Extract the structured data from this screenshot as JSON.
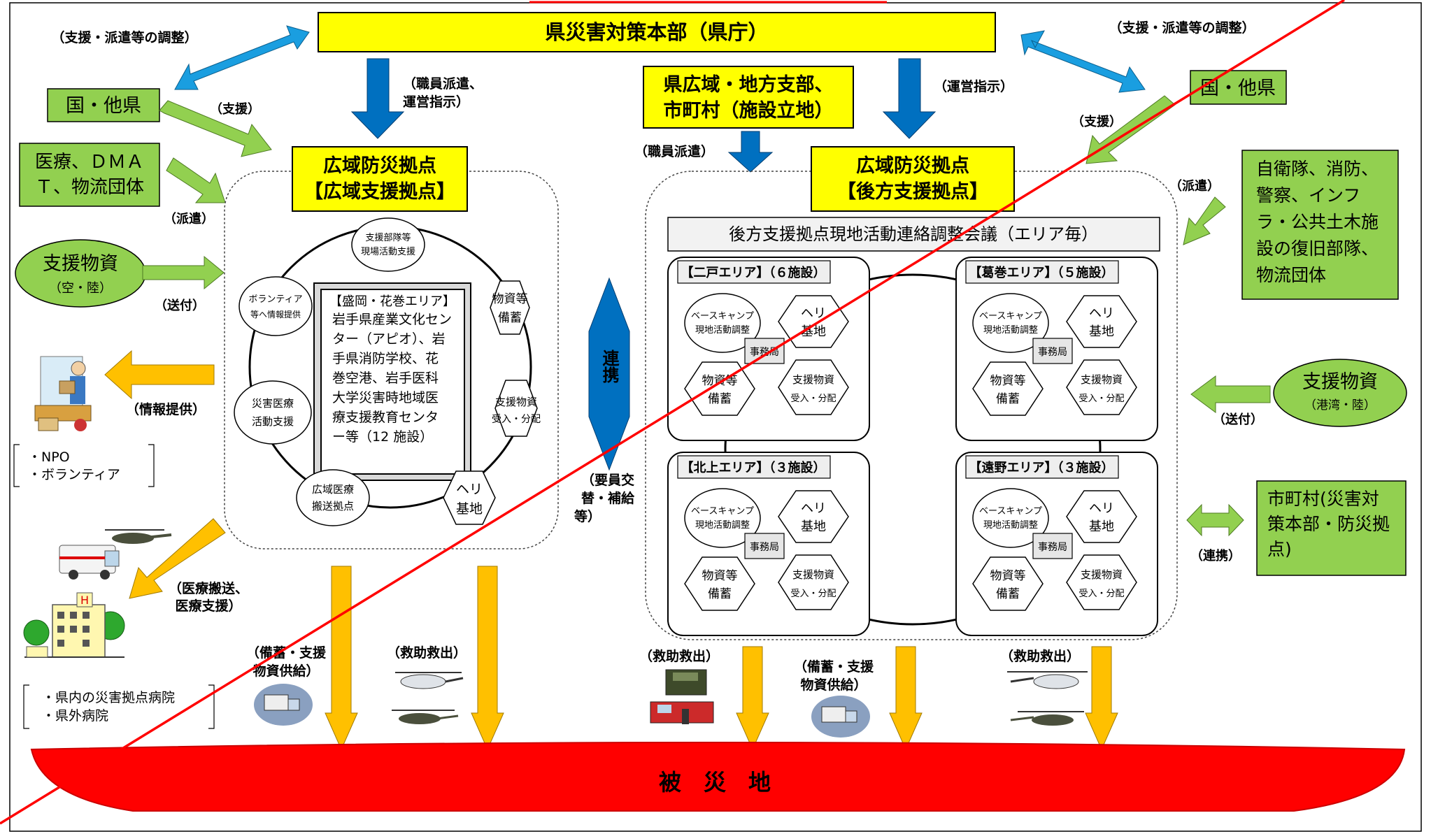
{
  "top_coordination_left": "（支援・派遣等の調整）",
  "top_coordination_right": "（支援・派遣等の調整）",
  "hq": "県災害対策本部（県庁）",
  "left": {
    "kuni": "国・他県",
    "support": "（支援）",
    "medical_lines": [
      "医療、ＤＭＡ",
      "Ｔ、物流団体"
    ],
    "dispatch": "（派遣）",
    "supplies": "支援物資",
    "supplies_sub": "（空・陸）",
    "send": "（送付）",
    "info": "（情報提供）",
    "npo_lines": [
      "・NPO",
      "・ボランティア"
    ],
    "medical_transport_lines": [
      "（医療搬送、",
      "医療支援）"
    ],
    "hospital_lines": [
      "・県内の災害拠点病院",
      "・県外病院"
    ]
  },
  "staff_dispatch_ops": [
    "（職員派遣、",
    "運営指示）"
  ],
  "wide_base": {
    "title_lines": [
      "広域防災拠点",
      "【広域支援拠点】"
    ],
    "center_title": "【盛岡・花巻エリア】",
    "center_lines": [
      "岩手県産業文化セン",
      "ター（アピオ）、岩",
      "手県消防学校、花",
      "巻空港、岩手医科",
      "大学災害時地域医",
      "療支援教育センタ",
      "ー等（12 施設）"
    ],
    "nodes": {
      "unit_support": [
        "支援部隊等",
        "現場活動支援"
      ],
      "supplies_storage": [
        "物資等",
        "備蓄"
      ],
      "supplies_receive": [
        "支援物資",
        "受入・分配"
      ],
      "heli": [
        "ヘリ",
        "基地"
      ],
      "medical_transport": [
        "広域医療",
        "搬送拠点"
      ],
      "disaster_medical": [
        "災害医療",
        "活動支援"
      ],
      "volunteer_info": [
        "ボランティア",
        "等へ情報提供"
      ]
    }
  },
  "renkei_center": "連携",
  "personnel_lines": [
    "（要員交",
    "替・補給",
    "等）"
  ],
  "prefecture_local_lines": [
    "県広域・地方支部、",
    "市町村（施設立地）"
  ],
  "staff_dispatch": "（職員派遣）",
  "ops_instruction": "（運営指示）",
  "rear_base": {
    "title_lines": [
      "広域防災拠点",
      "【後方支援拠点】"
    ],
    "council": "後方支援拠点現地活動連絡調整会議（エリア毎）",
    "areas": [
      {
        "name": "【二戸エリア】（６施設）"
      },
      {
        "name": "【葛巻エリア】（５施設）"
      },
      {
        "name": "【北上エリア】（３施設）"
      },
      {
        "name": "【遠野エリア】（３施設）"
      }
    ],
    "basecamp_lines": [
      "ベースキャンプ",
      "現地活動調整"
    ],
    "heli_lines": [
      "ヘリ",
      "基地"
    ],
    "office": "事務局",
    "storage_lines": [
      "物資等",
      "備蓄"
    ],
    "receive_lines": [
      "支援物資",
      "受入・分配"
    ]
  },
  "right": {
    "kuni": "国・他県",
    "support": "（支援）",
    "dispatch": "（派遣）",
    "sdf_lines": [
      "自衛隊、消防、",
      "警察、インフ",
      "ラ・公共土木施",
      "設の復旧部隊、",
      "物流団体"
    ],
    "supplies": "支援物資",
    "supplies_sub": "（港湾・陸）",
    "send": "（送付）",
    "city_lines": [
      "市町村(災害対",
      "策本部・防災拠",
      "点)"
    ],
    "link": "（連携）"
  },
  "bottom_labels": {
    "stock_supply_lines": [
      "（備蓄・支援",
      "物資供給）"
    ],
    "rescue": "（救助救出）"
  },
  "disaster_area": "被　災　地",
  "colors": {
    "yellow": "#ffff00",
    "green": "#92d050",
    "blue_arrow": "#0070c0",
    "light_blue_arrow": "#1a9ee0",
    "orange_arrow": "#ffc000",
    "red": "#ff0000"
  }
}
